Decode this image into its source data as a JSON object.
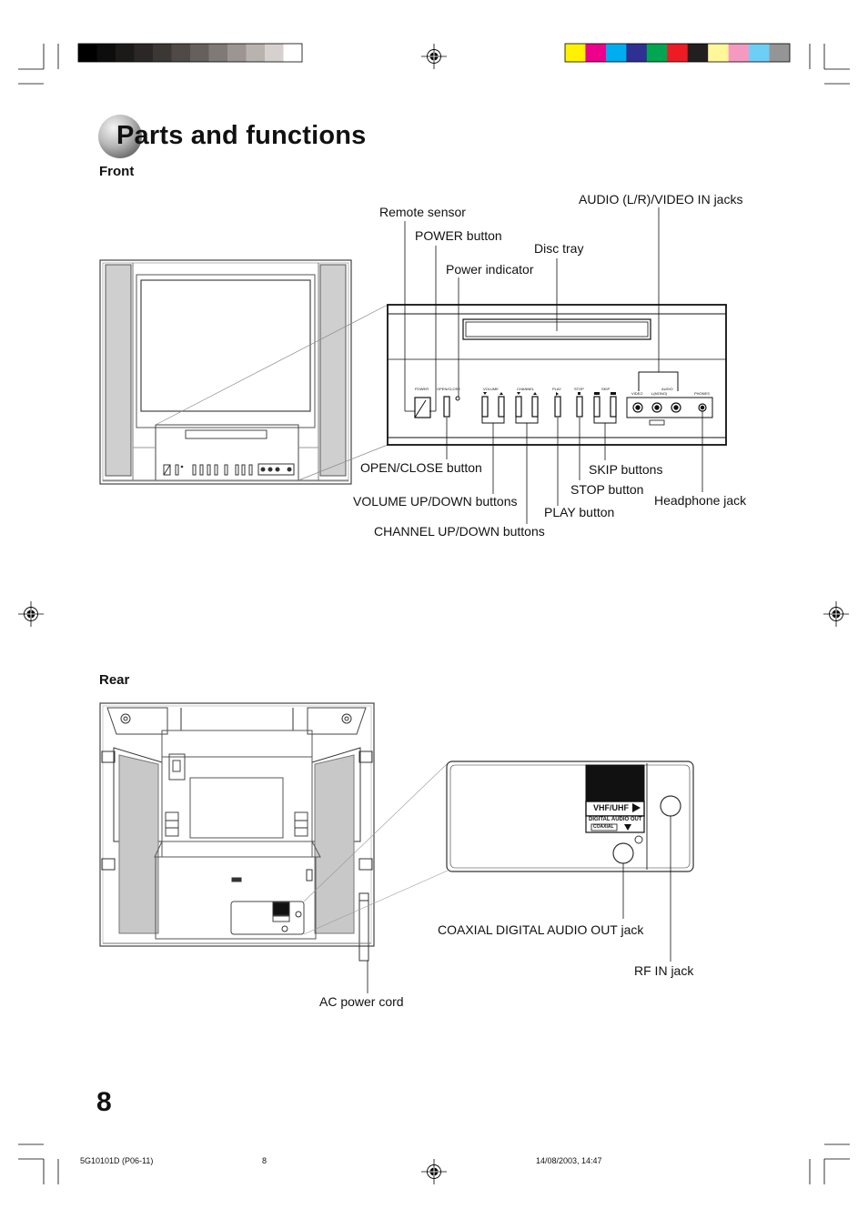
{
  "page": {
    "title": "Parts and functions",
    "page_number": "8"
  },
  "front": {
    "heading": "Front",
    "labels": {
      "remote_sensor": "Remote sensor",
      "power_button": "POWER button",
      "power_indicator": "Power indicator",
      "disc_tray": "Disc tray",
      "audio_video_in": "AUDIO (L/R)/VIDEO IN jacks",
      "open_close": "OPEN/CLOSE button",
      "volume": "VOLUME UP/DOWN buttons",
      "channel": "CHANNEL UP/DOWN buttons",
      "play": "PLAY button",
      "stop": "STOP button",
      "skip": "SKIP buttons",
      "headphone": "Headphone jack"
    }
  },
  "rear": {
    "heading": "Rear",
    "labels": {
      "coaxial": "COAXIAL DIGITAL AUDIO OUT jack",
      "rf_in": "RF IN jack",
      "ac_cord": "AC power cord"
    },
    "panel_text": {
      "vhf_uhf": "VHF/UHF",
      "digital_audio_out": "DIGITAL AUDIO OUT",
      "coaxial_tag": "COAXIAL"
    }
  },
  "footer": {
    "code": "5G10101D (P06-11)",
    "page": "8",
    "timestamp": "14/08/2003, 14:47"
  },
  "colors": {
    "gray_bar": [
      "#000000",
      "#0d0d0d",
      "#1c1a19",
      "#2a2726",
      "#3b3735",
      "#4f4a47",
      "#66605c",
      "#807a76",
      "#9c9591",
      "#b9b3af",
      "#d6d1ce",
      "#ffffff"
    ],
    "color_bar": [
      "#fff200",
      "#ec008c",
      "#00aeef",
      "#2e3192",
      "#00a651",
      "#ed1c24",
      "#231f20",
      "#fff799",
      "#f49ac1",
      "#6dcff6",
      "#959595"
    ]
  },
  "icons": [
    "registration-mark-icon",
    "crop-mark-icon",
    "title-sphere-icon"
  ]
}
